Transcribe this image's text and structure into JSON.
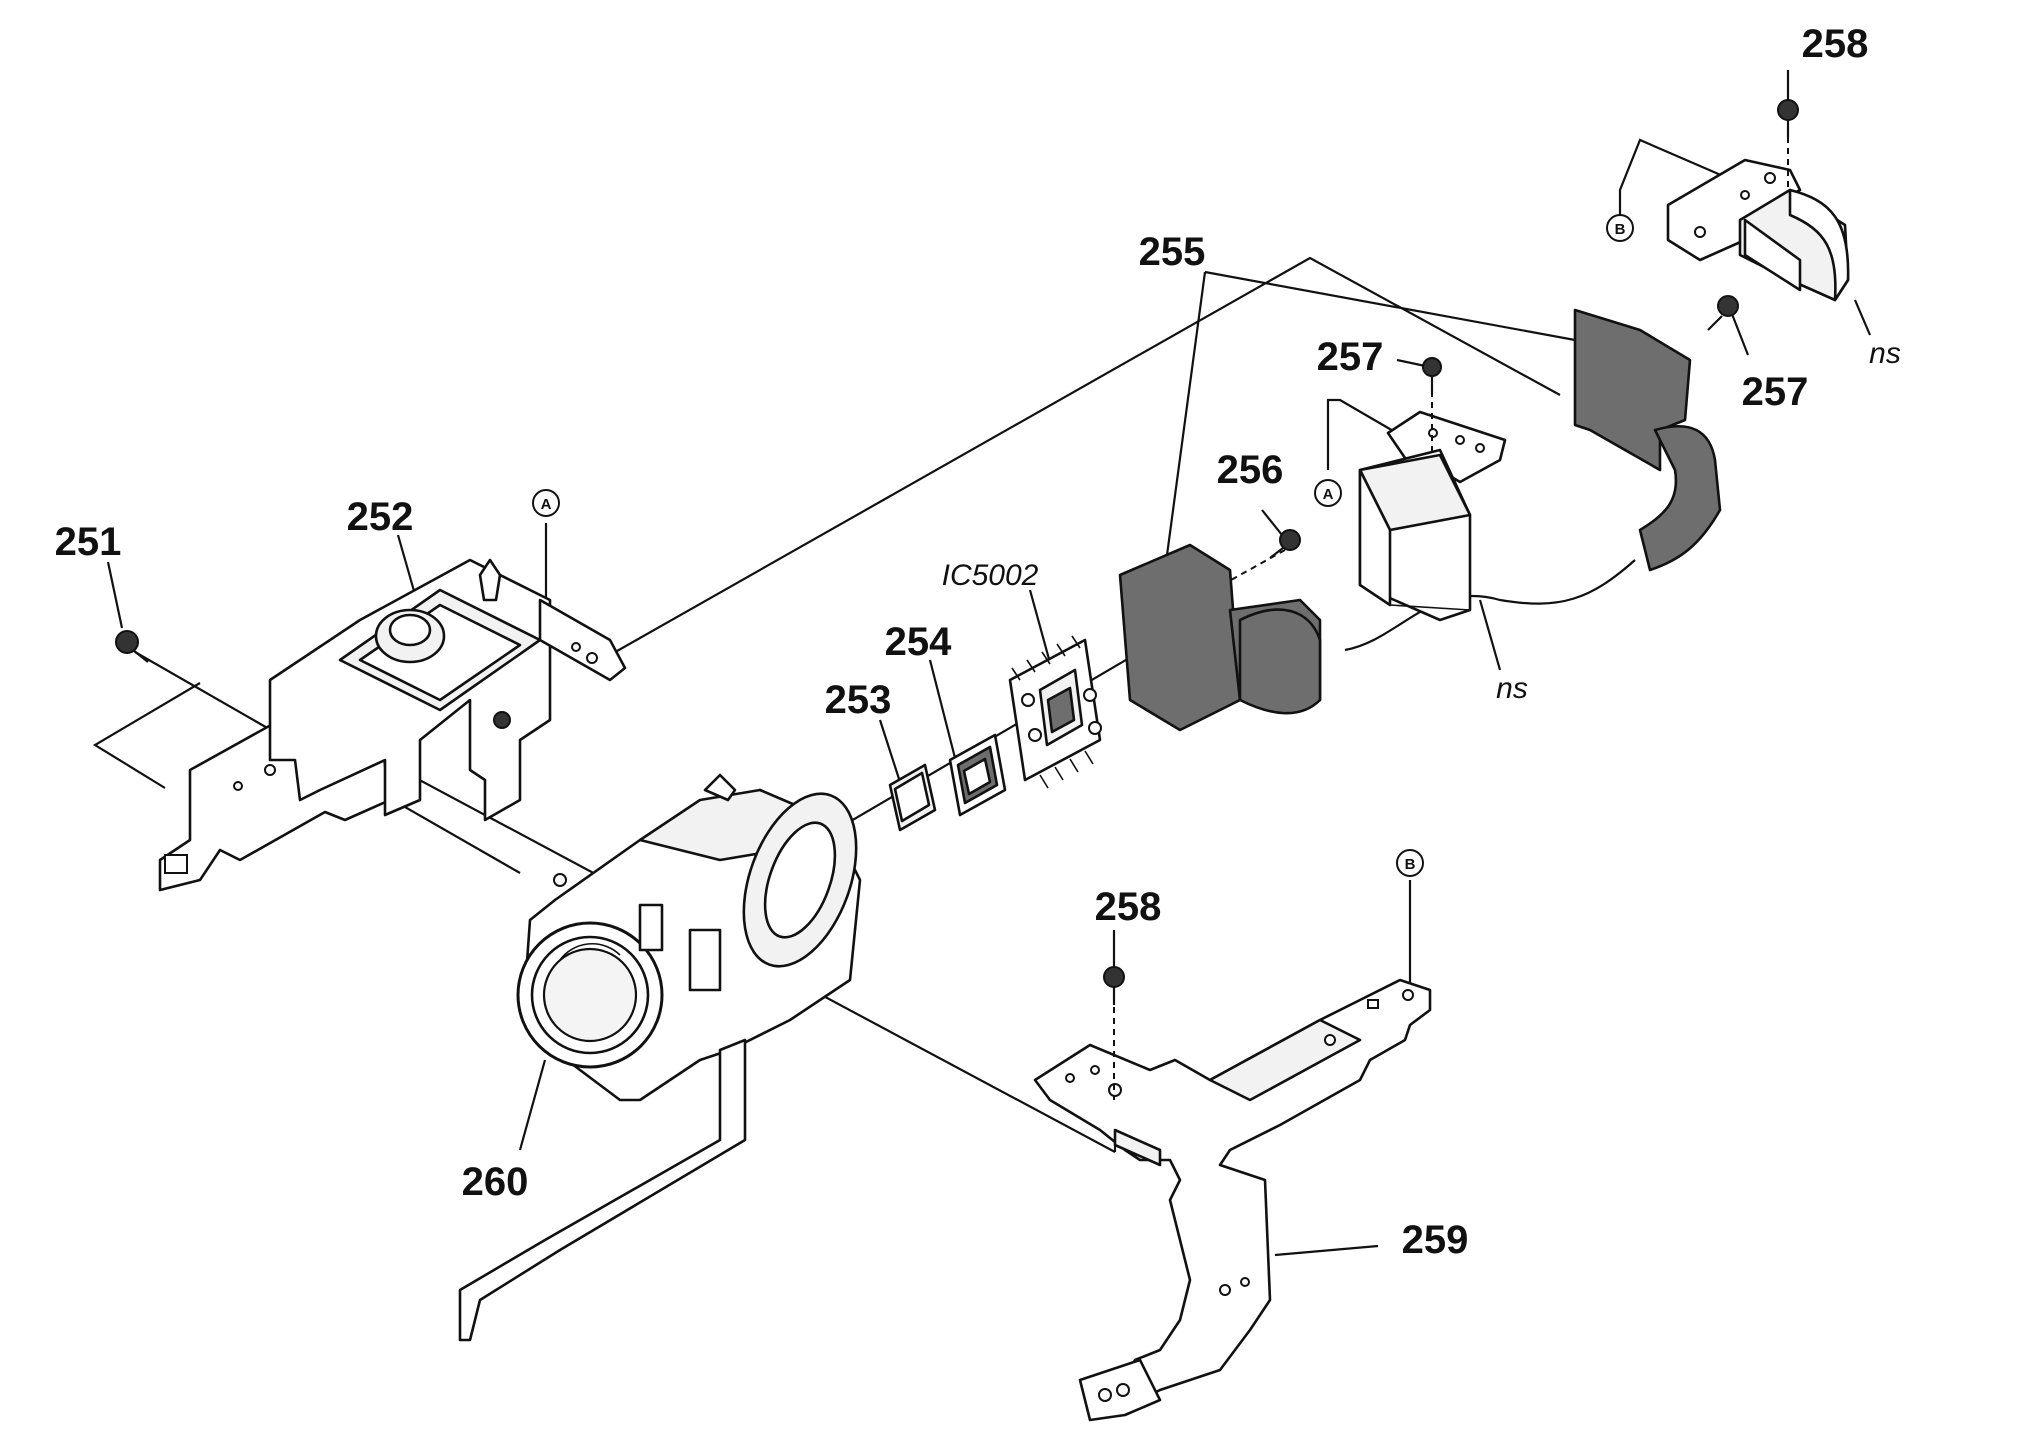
{
  "diagram": {
    "labels": {
      "p251": "251",
      "p252": "252",
      "p253": "253",
      "p254": "254",
      "p255": "255",
      "p256": "256",
      "p257_top": "257",
      "p257_right": "257",
      "p258_top": "258",
      "p258_bottom": "258",
      "p259": "259",
      "p260": "260",
      "ic5002": "IC5002",
      "ns_mid": "ns",
      "ns_top": "ns"
    },
    "markers": {
      "a_left": "A",
      "a_right": "A",
      "b_top": "B",
      "b_bottom": "B"
    }
  }
}
